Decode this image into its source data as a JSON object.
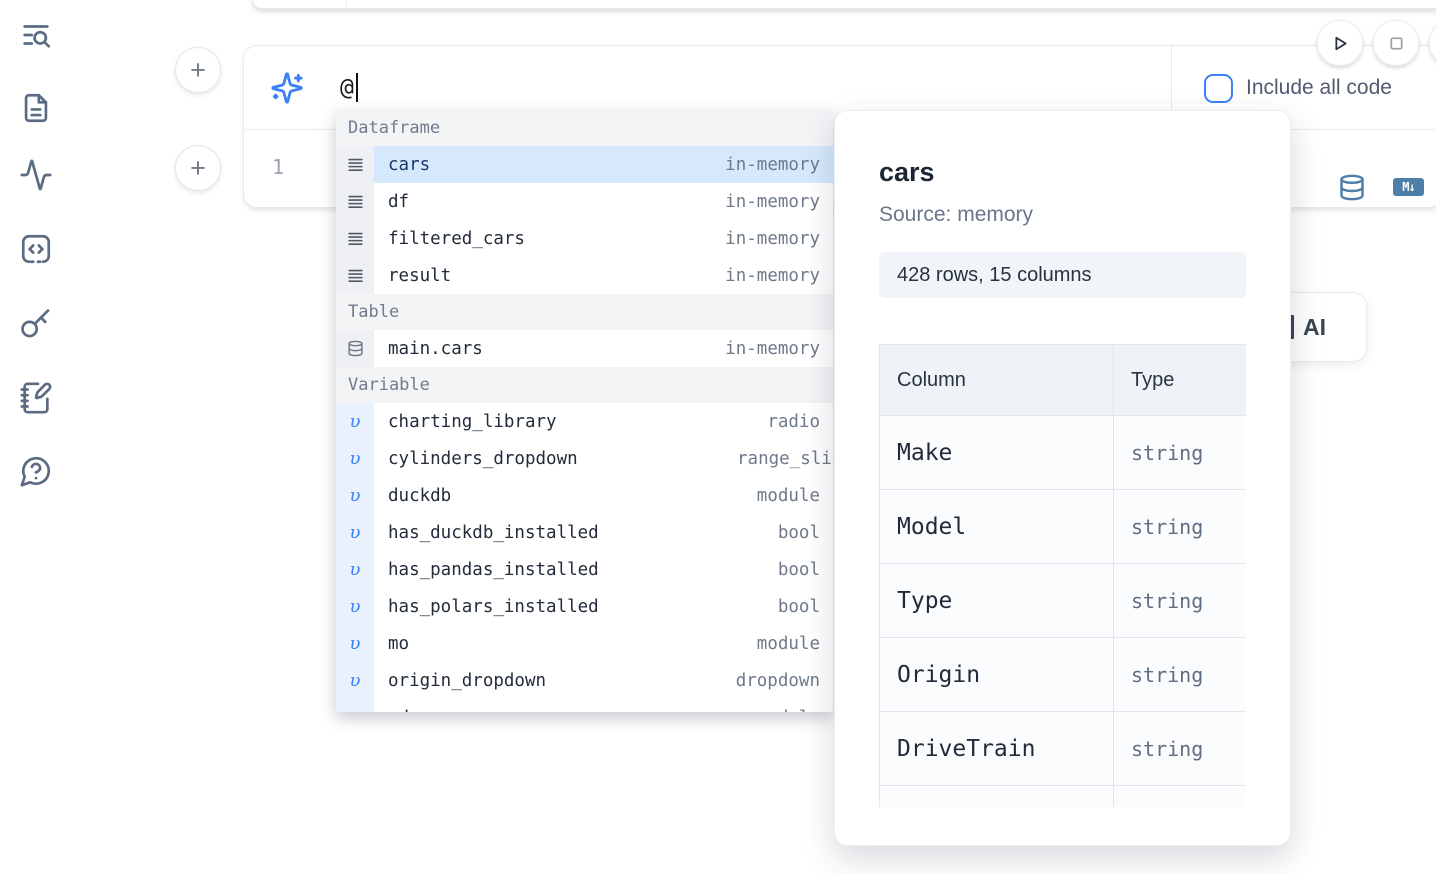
{
  "sidebar": {
    "icons": [
      "list-search-icon",
      "file-document-icon",
      "activity-icon",
      "code-cell-icon",
      "key-icon",
      "scratchpad-icon",
      "help-chat-icon"
    ]
  },
  "cell": {
    "add_cell_above_label": "+",
    "add_cell_below_label": "+",
    "ai_prompt_value": "@",
    "include_all_code_label": "Include all code",
    "line_number": "1",
    "markdown_badge": "M↓"
  },
  "toolbar": {
    "run_icon": "play-icon",
    "stop_icon": "stop-square-icon"
  },
  "generate_ai_button_label": "AI",
  "autocomplete": {
    "variable_icon_glyph": "υ",
    "sections": [
      {
        "label": "Dataframe",
        "items": [
          {
            "name": "cars",
            "type": "in-memory",
            "selected": true
          },
          {
            "name": "df",
            "type": "in-memory"
          },
          {
            "name": "filtered_cars",
            "type": "in-memory"
          },
          {
            "name": "result",
            "type": "in-memory"
          }
        ]
      },
      {
        "label": "Table",
        "items": [
          {
            "name": "main.cars",
            "type": "in-memory"
          }
        ]
      },
      {
        "label": "Variable",
        "items": [
          {
            "name": "charting_library",
            "type": "radio"
          },
          {
            "name": "cylinders_dropdown",
            "type": "range_slider"
          },
          {
            "name": "duckdb",
            "type": "module"
          },
          {
            "name": "has_duckdb_installed",
            "type": "bool"
          },
          {
            "name": "has_pandas_installed",
            "type": "bool"
          },
          {
            "name": "has_polars_installed",
            "type": "bool"
          },
          {
            "name": "mo",
            "type": "module"
          },
          {
            "name": "origin_dropdown",
            "type": "dropdown"
          },
          {
            "name": "pd",
            "type": "module"
          }
        ]
      }
    ]
  },
  "preview": {
    "title": "cars",
    "source_label": "Source: memory",
    "shape_label": "428 rows, 15 columns",
    "table": {
      "col_header": "Column",
      "type_header": "Type",
      "rows": [
        {
          "column": "Make",
          "type": "string"
        },
        {
          "column": "Model",
          "type": "string"
        },
        {
          "column": "Type",
          "type": "string"
        },
        {
          "column": "Origin",
          "type": "string"
        },
        {
          "column": "DriveTrain",
          "type": "string"
        }
      ]
    }
  },
  "colors": {
    "accent_blue": "#3b82f6",
    "steel_blue": "#4d7fa8",
    "selection_bg": "#d6e9fc",
    "section_header_bg": "#f3f4f6",
    "pill_bg": "#f1f5f9"
  }
}
